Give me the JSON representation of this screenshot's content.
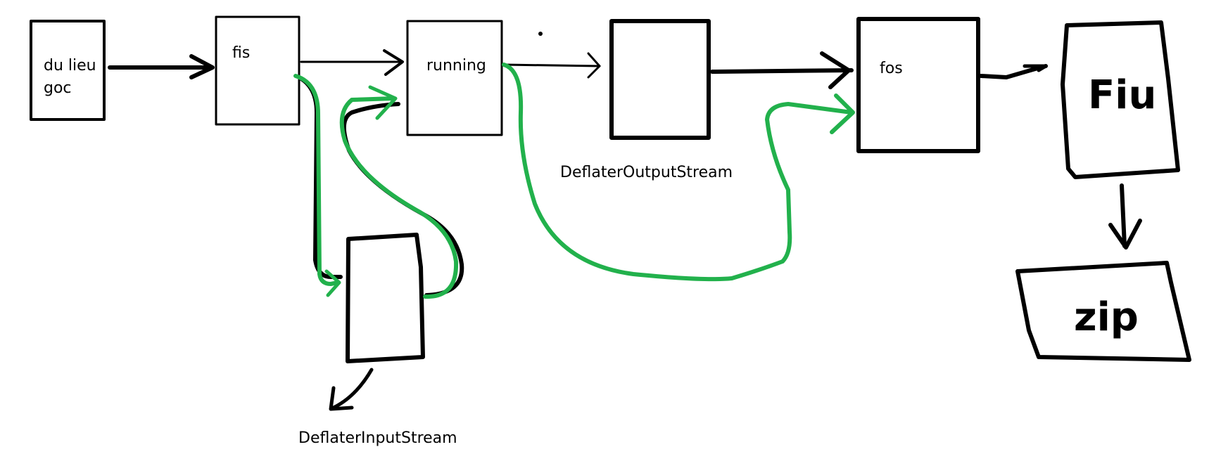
{
  "nodes": {
    "source_line1": "du lieu",
    "source_line2": "goc",
    "fis": "fis",
    "running": "running",
    "fos": "fos",
    "file": "Fiu",
    "zip": "zip"
  },
  "labels": {
    "deflater_output_stream": "DeflaterOutputStream",
    "deflater_input_stream": "DeflaterInputStream"
  },
  "colors": {
    "ink": "#000000",
    "path": "#22b14c",
    "background": "#ffffff"
  }
}
